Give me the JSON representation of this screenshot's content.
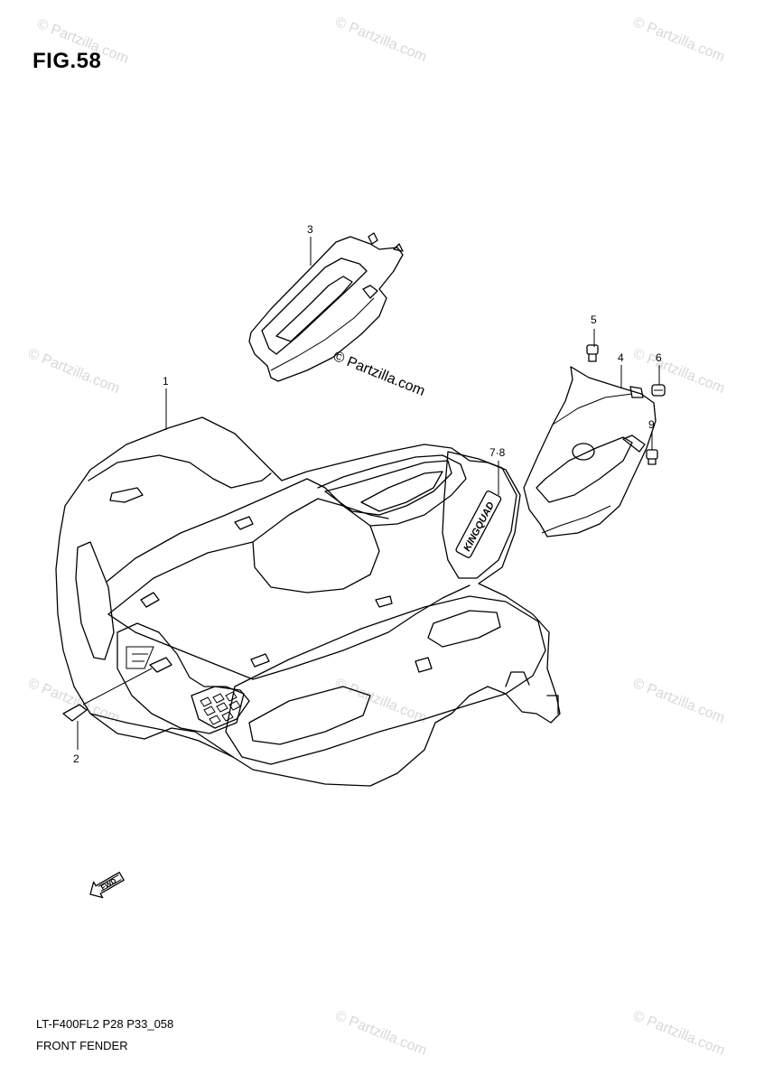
{
  "figure": {
    "title": "FIG.58",
    "model_code": "LT-F400FL2 P28 P33_058",
    "name": "FRONT FENDER"
  },
  "watermark": {
    "text": "© Partzilla.com",
    "center_text": "© Partzilla.com"
  },
  "callouts": [
    "1",
    "2",
    "3",
    "4",
    "5",
    "6",
    "7·8",
    "9"
  ],
  "direction_marker": {
    "label": "FWD",
    "icon": "fwd-arrow-icon"
  },
  "emblem_text": "KINGQUAD",
  "colors": {
    "line": "#000000",
    "watermark": "#d8d8d8",
    "background": "#ffffff"
  }
}
